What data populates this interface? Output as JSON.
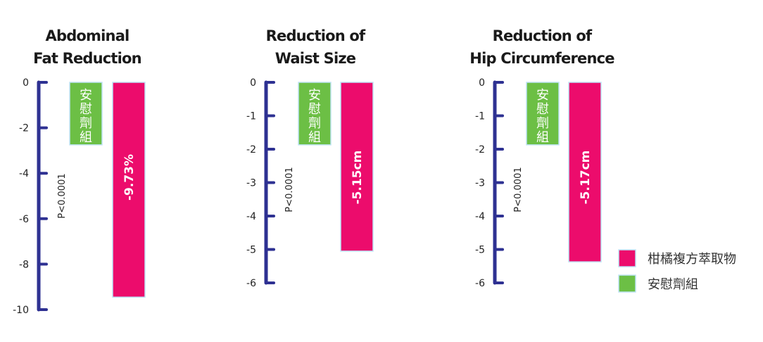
{
  "colors": {
    "axis": "#2e3192",
    "treatment": "#ec0c6c",
    "placebo": "#6cbf45",
    "bar_border": "#bfe3f5"
  },
  "chart_data": [
    {
      "type": "bar",
      "title": [
        "Abdominal",
        "Fat Reduction"
      ],
      "ylim": [
        -10,
        0
      ],
      "yticks": [
        0,
        -2,
        -4,
        -6,
        -8,
        -10
      ],
      "ytick_labels": [
        "0",
        "-2",
        "-4",
        "-6",
        "-8",
        "-10"
      ],
      "p_value": "P<0.0001",
      "series": [
        {
          "name": "安慰劑組",
          "value": -2.75,
          "label": "安慰劑組"
        },
        {
          "name": "柑橘複方萃取物",
          "value": -9.45,
          "label": "-9.73%"
        }
      ]
    },
    {
      "type": "bar",
      "title": [
        "Reduction of",
        "Waist Size"
      ],
      "ylim": [
        -6,
        0
      ],
      "yticks": [
        0,
        -1,
        -2,
        -3,
        -4,
        -5,
        -6
      ],
      "ytick_labels": [
        "0",
        "-1",
        "-2",
        "-3",
        "-4",
        "-5",
        "-6"
      ],
      "p_value": "P<0.0001",
      "series": [
        {
          "name": "安慰劑組",
          "value": -1.87,
          "label": "安慰劑組"
        },
        {
          "name": "柑橘複方萃取物",
          "value": -5.05,
          "label": "-5.15cm"
        }
      ]
    },
    {
      "type": "bar",
      "title": [
        "Reduction of",
        "Hip Circumference"
      ],
      "ylim": [
        -6,
        0
      ],
      "yticks": [
        0,
        -1,
        -2,
        -3,
        -4,
        -5,
        -6
      ],
      "ytick_labels": [
        "0",
        "-1",
        "-2",
        "-3",
        "-4",
        "-5",
        "-6"
      ],
      "p_value": "P<0.0001",
      "series": [
        {
          "name": "安慰劑組",
          "value": -1.87,
          "label": "安慰劑組"
        },
        {
          "name": "柑橘複方萃取物",
          "value": -5.37,
          "label": "-5.17cm"
        }
      ]
    }
  ],
  "legend": {
    "placement": "bottom-right",
    "items": [
      {
        "label": "柑橘複方萃取物",
        "color_key": "treatment"
      },
      {
        "label": "安慰劑組",
        "color_key": "placebo"
      }
    ]
  }
}
